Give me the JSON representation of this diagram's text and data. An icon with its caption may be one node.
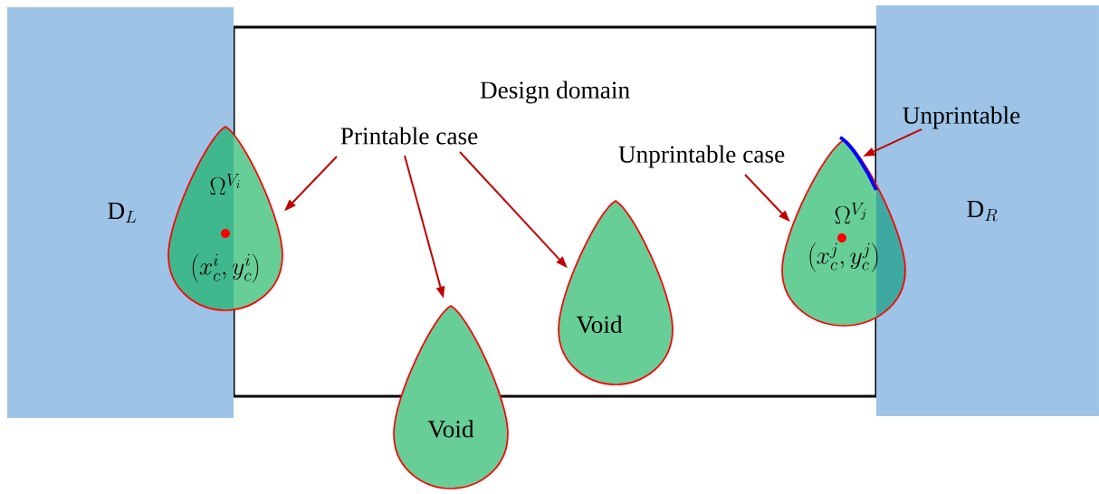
{
  "diagram": {
    "nodes": [
      {
        "text": [
          "Design domain"
        ]
      },
      {
        "text": [
          "\\mathrm{D}_{L}"
        ]
      },
      {
        "text": [
          "\\mathrm{D}_{R}"
        ]
      },
      {
        "text": [
          "Printable case"
        ],
        "in": 0
      },
      {
        "text": [
          "\\Omega^{V_i}",
          "\\left(x_c^i, y_c^i\\right)"
        ]
      },
      {
        "text": [
          "Void"
        ]
      },
      {
        "text": [
          "Void"
        ],
        "in": 0
      },
      {
        "text": [
          "Unprintable case"
        ],
        "in": 0
      },
      {
        "text": [
          "Unprintable"
        ],
        "in": 2
      },
      {
        "text": [
          "\\Omega^{V_j}",
          "\\left(x_c^j, y_c^j\\right)"
        ]
      },
      {
        "text": [],
        "shape": "curve"
      }
    ],
    "edges": [
      {
        "from": 3,
        "to": 4,
        "arrow": "to"
      },
      {
        "from": 3,
        "to": 5,
        "arrow": "to"
      },
      {
        "from": 3,
        "to": 6,
        "arrow": "to"
      },
      {
        "from": 7,
        "to": 9,
        "arrow": "to"
      },
      {
        "from": 8,
        "to": 10,
        "arrow": "to"
      }
    ]
  }
}
